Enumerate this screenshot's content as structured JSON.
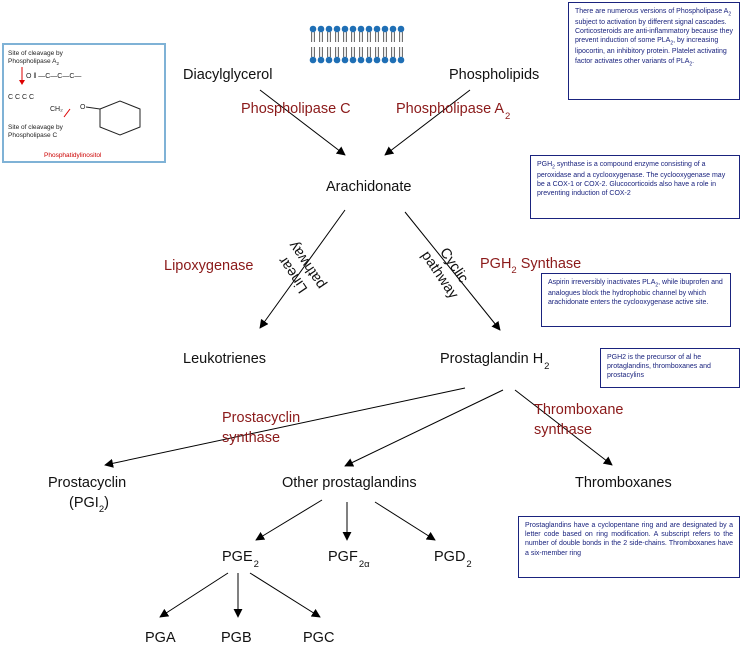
{
  "nodes": {
    "diacylglycerol": "Diacylglycerol",
    "phospholipids": "Phospholipids",
    "arachidonate": "Arachidonate",
    "leukotrienes": "Leukotrienes",
    "prostaglandin_h2": {
      "text": "Prostaglandin H",
      "sub": "2"
    },
    "prostacyclin": "Prostacyclin",
    "pgi2": {
      "text_a": "(PGI",
      "sub": "2",
      "text_b": ")"
    },
    "other_prostaglandins": "Other prostaglandins",
    "thromboxanes": "Thromboxanes",
    "pge2": {
      "text": "PGE",
      "sub": "2"
    },
    "pgf2a": {
      "text": "PGF",
      "sub": "2α"
    },
    "pgd2": {
      "text": "PGD",
      "sub": "2"
    },
    "pga": "PGA",
    "pgb": "PGB",
    "pgc": "PGC"
  },
  "enzymes": {
    "phospholipase_c": "Phospholipase C",
    "phospholipase_a2": {
      "text": "Phospholipase A",
      "sub": "2"
    },
    "lipoxygenase": "Lipoxygenase",
    "pgh2_synthase": {
      "text_a": "PGH",
      "sub": "2",
      "text_b": " Synthase"
    },
    "prostacyclin_synthase": [
      "Prostacyclin",
      "synthase"
    ],
    "thromboxane_synthase": [
      "Thromboxane",
      "synthase"
    ]
  },
  "pathways": {
    "linear": [
      "Linear",
      "pathway"
    ],
    "cyclic": [
      "Cyclic",
      "pathway"
    ]
  },
  "notes": {
    "pla2": {
      "p1": "There are numerous versions of Phospholipase A",
      "p1_sub": "2",
      "p1b": " subject to activation by different signal cascades.",
      "p2": "Corticosteroids are anti-inflammatory because they prevent induction of some PLA",
      "p2_sub": "2",
      "p2b": ",  by increasing lipocortin, an inhibitory protein. Platelet activating factor activates other variants of PLA",
      "p2b_sub": "2",
      "p2c": "."
    },
    "pgh2_synthase": {
      "a": "PGH",
      "a_sub": "2",
      "b": " synthase is a compound enzyme consisting of a peroxidase and a cyclooxygenase. The cyclooxygenase may be a COX-1 or COX-2. Glucocorticoids also have a role in preventing induction of COX-2"
    },
    "aspirin": {
      "a": "Aspirin irreversibly inactivates PLA",
      "a_sub": "2",
      "b": ", while ibuprofen and analogues block the hydrophobic channel by which arachidonate enters the cyclooxygenase active site."
    },
    "pgh2_precursor": "PGH2 is the precursor of al he protaglandins, thromboxanes and prostacylins",
    "prostaglandins": "Prostaglandins have a cyclopentane ring and are designated by a letter code based on ring modification. A subscript refers to the number of double bonds in the 2 side-chains. Thromboxanes have a six-member ring"
  },
  "inset": {
    "label_1": "Site of cleavage by",
    "label_2": "Phospholipase A",
    "label_2_sub": "2",
    "label_3": "Site of cleavage by",
    "label_4": "Phospholipase C",
    "caption": "Phosphatidylinositol"
  },
  "colors": {
    "enzyme_text": "#8b1a1a",
    "note_border": "#1a237e",
    "note_text": "#1a237e",
    "inset_border": "#7fb2d6",
    "membrane_head": "#1f6fb5"
  }
}
